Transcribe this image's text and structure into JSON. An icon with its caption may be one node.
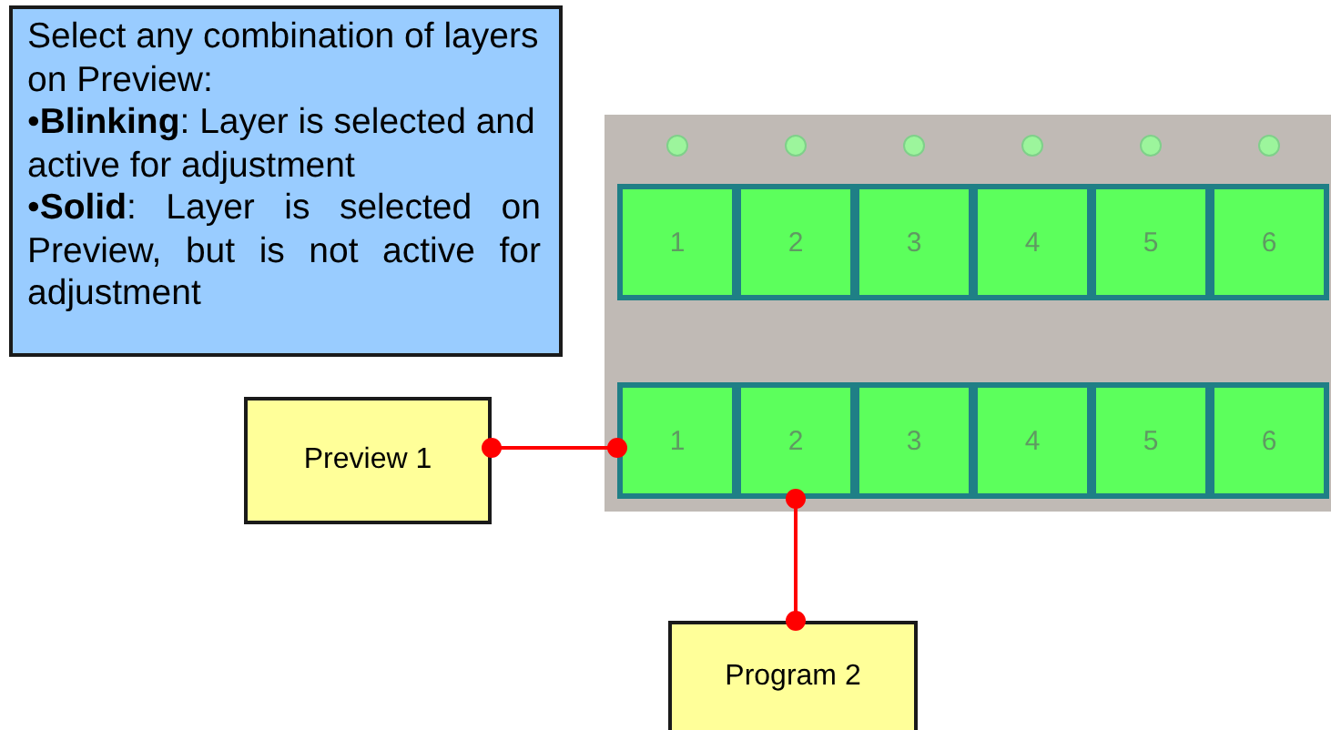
{
  "diagram": {
    "nodes": [
      {
        "text": [
          "Select any combination of layers on Preview:",
          "•**Blinking**: Layer is selected and active for adjustment",
          "•**Solid**: Layer is selected on Preview, but is not active for adjustment"
        ]
      },
      {
        "text": [],
        "shape": "box"
      },
      {
        "text": [
          "1"
        ],
        "in": 1
      },
      {
        "text": [
          "2"
        ],
        "in": 1
      },
      {
        "text": [
          "3"
        ],
        "in": 1
      },
      {
        "text": [
          "4"
        ],
        "in": 1
      },
      {
        "text": [
          "5"
        ],
        "in": 1
      },
      {
        "text": [
          "6"
        ],
        "in": 1
      },
      {
        "text": [
          "1"
        ],
        "in": 1
      },
      {
        "text": [
          "2"
        ],
        "in": 1
      },
      {
        "text": [
          "3"
        ],
        "in": 1
      },
      {
        "text": [
          "4"
        ],
        "in": 1
      },
      {
        "text": [
          "5"
        ],
        "in": 1
      },
      {
        "text": [
          "6"
        ],
        "in": 1
      },
      {
        "text": [
          "Preview 1"
        ]
      },
      {
        "text": [
          "Program 2"
        ]
      }
    ],
    "edges": [
      {
        "from": 14,
        "to": 8,
        "arrow": "other"
      },
      {
        "from": 15,
        "to": 9,
        "arrow": "other"
      }
    ]
  }
}
